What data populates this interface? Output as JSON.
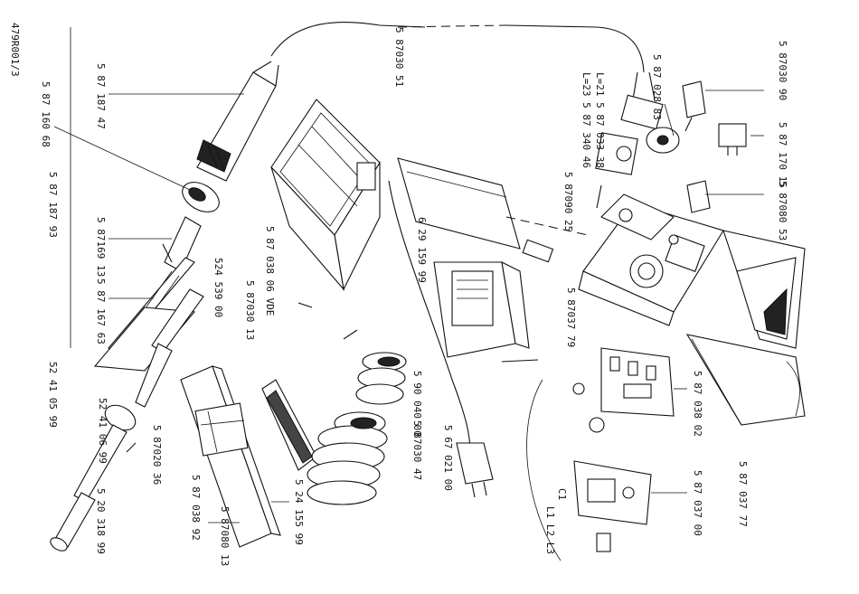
{
  "drawing_code": "479R001/3",
  "part_labels": {
    "p587187_47": "5 87 187 47",
    "p587160_68": "5 87 160 68",
    "p587187_93": "5 87 187 93",
    "p587169_13": "5 87169 13",
    "p587167_63": "5 87 167 63",
    "p524539_00": "524 539 00",
    "p587030_13": "5 87030 13",
    "p587038_06vde": "5 87 038 06 VDE",
    "p587030_51": "5 87030 51",
    "p529159_99": "6 29 159 99",
    "p587090_25": "5 87090 25",
    "p587028_83": "5 87 028 83",
    "pl21": "L=21   5 87 033 38",
    "pl23": "L=23   5 87 340 46",
    "p587030_90": "5 87030 90",
    "p587170_15": "5 87 170 15",
    "p587080_53": "5 87080 53",
    "p587037_79": "5 87037 79",
    "p587038_02": "5 87 038 02",
    "p587037_00": "5 87 037 00",
    "p587037_77": "5 87 037 77",
    "p590040_00": "5 90 040 00",
    "p587030_47": "5 87030 47",
    "p567021_00": "5 67 021 00",
    "p524155_99": "5 24 155 99",
    "p587038_92": "5 87 038 92",
    "p587080_13": "5 87080 13",
    "p587020_36": "5 87020 36",
    "p524105_99": "52 41 05 99",
    "p524106_99": "52 41 06 99",
    "p520318_99": "5 20 318 99",
    "c1": "C1",
    "lnl1": "L1 L2 L3"
  },
  "colors": {
    "ink": "#111111",
    "paper": "#ffffff"
  }
}
